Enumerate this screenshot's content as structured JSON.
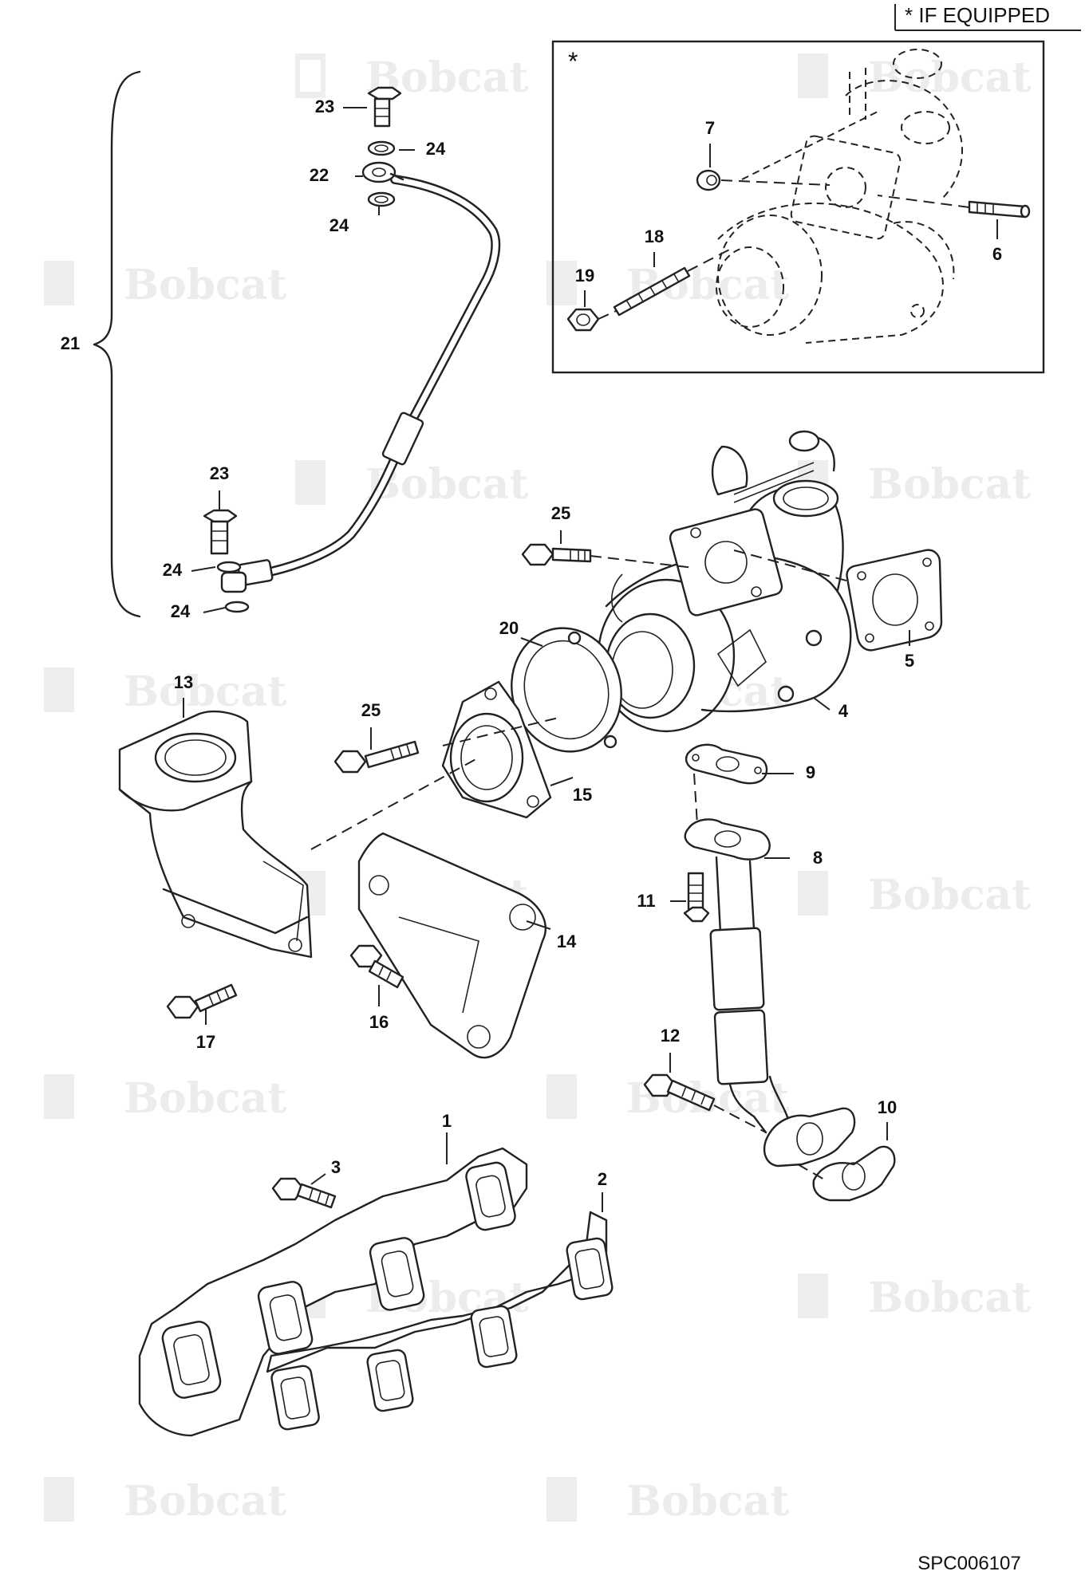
{
  "header": {
    "equipped_note": "* IF EQUIPPED"
  },
  "inset": {
    "marker": "*"
  },
  "watermark": {
    "text": "Bobcat"
  },
  "drawing_code": "SPC006107",
  "callouts": {
    "c1": "1",
    "c2": "2",
    "c3": "3",
    "c4": "4",
    "c5": "5",
    "c6": "6",
    "c7": "7",
    "c8": "8",
    "c9": "9",
    "c10": "10",
    "c11": "11",
    "c12": "12",
    "c13": "13",
    "c14": "14",
    "c15": "15",
    "c16": "16",
    "c17": "17",
    "c18": "18",
    "c19": "19",
    "c20": "20",
    "c21": "21",
    "c22": "22",
    "c23a": "23",
    "c23b": "23",
    "c24a": "24",
    "c24b": "24",
    "c24c": "24",
    "c24d": "24",
    "c25a": "25",
    "c25b": "25"
  }
}
